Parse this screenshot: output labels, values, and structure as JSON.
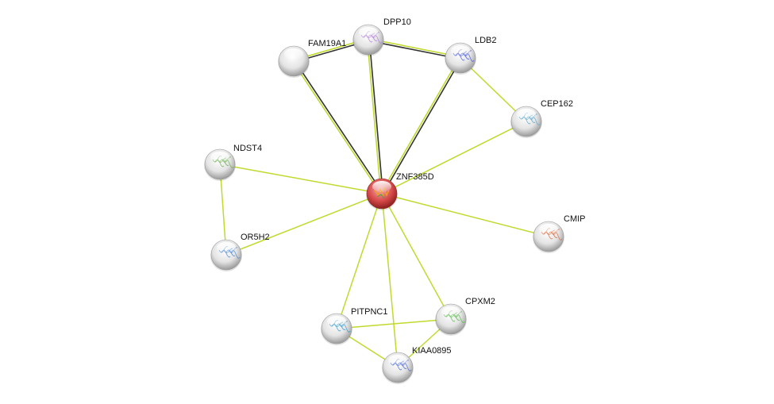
{
  "network": {
    "center_color": "#d23c3c",
    "node_color": "#e8e8e8",
    "edge_color_textmining": "#c2d92e",
    "edge_color_coexpression": "#333333",
    "nodes": [
      {
        "id": "ZNF385D",
        "label": "ZNF385D",
        "query": true
      },
      {
        "id": "DPP10",
        "label": "DPP10",
        "structure": "#b07fd6"
      },
      {
        "id": "FAM19A1",
        "label": "FAM19A1"
      },
      {
        "id": "LDB2",
        "label": "LDB2",
        "structure": "#4a5ad8"
      },
      {
        "id": "CEP162",
        "label": "CEP162",
        "structure": "#5aa8d0"
      },
      {
        "id": "NDST4",
        "label": "NDST4",
        "structure": "#6ab04c"
      },
      {
        "id": "OR5H2",
        "label": "OR5H2",
        "structure": "#4a8ad8"
      },
      {
        "id": "CMIP",
        "label": "CMIP",
        "structure": "#e06a3a"
      },
      {
        "id": "CPXM2",
        "label": "CPXM2",
        "structure": "#5ab84c"
      },
      {
        "id": "PITPNC1",
        "label": "PITPNC1",
        "structure": "#3a9ac8"
      },
      {
        "id": "KIAA0895",
        "label": "KIAA0895",
        "structure": "#4a6ad8"
      }
    ],
    "edges": [
      {
        "a": "ZNF385D",
        "b": "FAM19A1",
        "dark": true
      },
      {
        "a": "ZNF385D",
        "b": "DPP10",
        "dark": true
      },
      {
        "a": "ZNF385D",
        "b": "LDB2",
        "dark": true
      },
      {
        "a": "FAM19A1",
        "b": "DPP10",
        "dark": true
      },
      {
        "a": "DPP10",
        "b": "LDB2",
        "dark": true
      },
      {
        "a": "LDB2",
        "b": "CEP162",
        "dark": false
      },
      {
        "a": "CEP162",
        "b": "ZNF385D",
        "dark": false
      },
      {
        "a": "NDST4",
        "b": "ZNF385D",
        "dark": false
      },
      {
        "a": "NDST4",
        "b": "OR5H2",
        "dark": false
      },
      {
        "a": "OR5H2",
        "b": "ZNF385D",
        "dark": false
      },
      {
        "a": "ZNF385D",
        "b": "CMIP",
        "dark": false
      },
      {
        "a": "ZNF385D",
        "b": "CPXM2",
        "dark": false
      },
      {
        "a": "ZNF385D",
        "b": "PITPNC1",
        "dark": false
      },
      {
        "a": "ZNF385D",
        "b": "KIAA0895",
        "dark": false
      },
      {
        "a": "PITPNC1",
        "b": "CPXM2",
        "dark": false
      },
      {
        "a": "PITPNC1",
        "b": "KIAA0895",
        "dark": false
      },
      {
        "a": "CPXM2",
        "b": "KIAA0895",
        "dark": false
      }
    ]
  }
}
